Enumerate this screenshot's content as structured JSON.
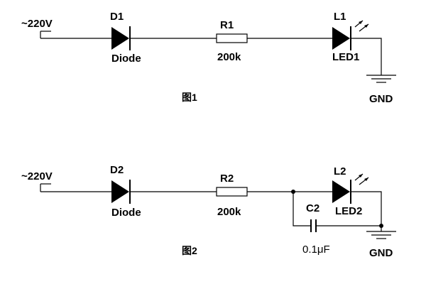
{
  "figure1": {
    "source_label": "~220V",
    "diode_ref": "D1",
    "diode_name": "Diode",
    "resistor_ref": "R1",
    "resistor_value": "200k",
    "led_ref": "L1",
    "led_name": "LED1",
    "ground_label": "GND",
    "caption": "图1"
  },
  "figure2": {
    "source_label": "~220V",
    "diode_ref": "D2",
    "diode_name": "Diode",
    "resistor_ref": "R2",
    "resistor_value": "200k",
    "led_ref": "L2",
    "led_name": "LED2",
    "capacitor_ref": "C2",
    "capacitor_value": "0.1μF",
    "ground_label": "GND",
    "caption": "图2"
  }
}
